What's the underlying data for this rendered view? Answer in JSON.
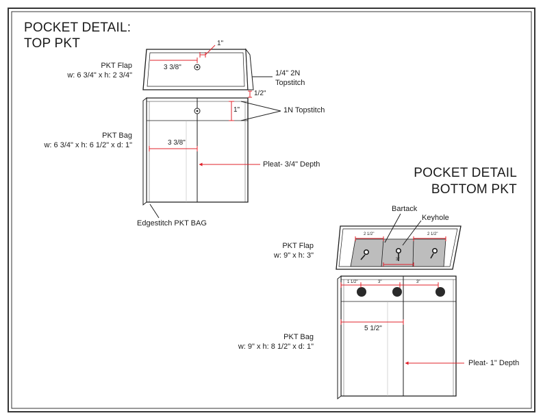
{
  "top": {
    "title_line1": "POCKET DETAIL:",
    "title_line2": "TOP PKT",
    "flap_label": "PKT Flap",
    "flap_dims": "w: 6 3/4\" x h: 2 3/4\"",
    "bag_label": "PKT Bag",
    "bag_dims": "w: 6 3/4\" x h: 6 1/2\" x d: 1\"",
    "dim_flap_width": "3 3/8\"",
    "dim_button": "1\"",
    "topstitch_2n_line1": "1/4\" 2N",
    "topstitch_2n_line2": "Topstitch",
    "dim_gap": "1/2\"",
    "dim_band": "1\"",
    "topstitch_1n": "1N Topstitch",
    "dim_bag_width": "3 3/8\"",
    "pleat": "Pleat- 3/4\" Depth",
    "edgestitch": "Edgestitch PKT BAG"
  },
  "bottom": {
    "title_line1": "POCKET DETAIL",
    "title_line2": "BOTTOM PKT",
    "bartack": "Bartack",
    "keyhole": "Keyhole",
    "flap_label": "PKT Flap",
    "flap_dims": "w: 9\" x h: 3\"",
    "dim_left": "2 1/2\"",
    "dim_right": "2 1/2\"",
    "dim_mid": "3\"",
    "bag_label": "PKT Bag",
    "bag_dims": "w: 9\" x h: 8 1/2\" x d: 1\"",
    "dim_b1": "1 1/2\"",
    "dim_b2": "3\"",
    "dim_b3": "3\"",
    "dim_bag_half": "5 1/2\"",
    "pleat": "Pleat- 1\" Depth"
  },
  "colors": {
    "dimension": "#e0202a",
    "line": "#1a1a1a",
    "shade": "#bdbdbd",
    "button": "#2a2a2a"
  }
}
